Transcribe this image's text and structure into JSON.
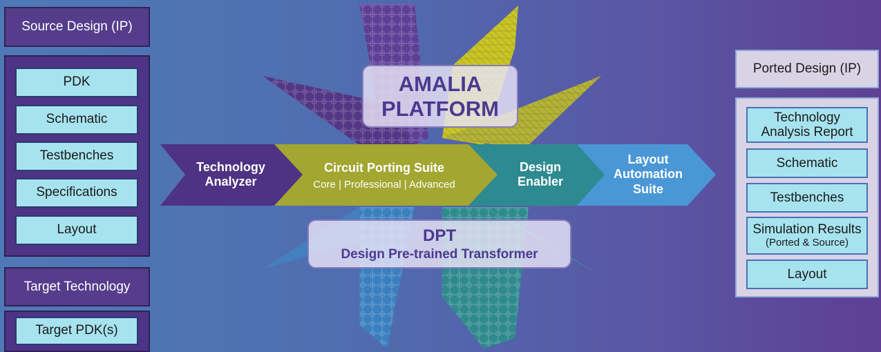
{
  "left": {
    "source_header": "Source Design (IP)",
    "source_items": [
      "PDK",
      "Schematic",
      "Testbenches",
      "Specifications",
      "Layout"
    ],
    "target_header": "Target Technology",
    "target_item": "Target PDK(s)"
  },
  "center": {
    "platform_line1": "AMALIA",
    "platform_line2": "PLATFORM",
    "dpt_title": "DPT",
    "dpt_subtitle": "Design Pre-trained Transformer",
    "steps": {
      "analyzer": [
        "Technology",
        "Analyzer"
      ],
      "porting_title": "Circuit Porting Suite",
      "porting_tiers": "Core | Professional | Advanced",
      "enabler": [
        "Design",
        "Enabler"
      ],
      "layout": [
        "Layout",
        "Automation",
        "Suite"
      ]
    }
  },
  "right": {
    "ported_header": "Ported Design (IP)",
    "items": {
      "tar": [
        "Technology",
        "Analysis Report"
      ],
      "schematic": "Schematic",
      "testbenches": "Testbenches",
      "sim": [
        "Simulation Results",
        "(Ported & Source)"
      ],
      "layout": "Layout"
    }
  },
  "colors": {
    "analyzer": "#4e3284",
    "porting": "#a3a631",
    "enabler": "#2e8a91",
    "layout_auto": "#4a97d6"
  }
}
